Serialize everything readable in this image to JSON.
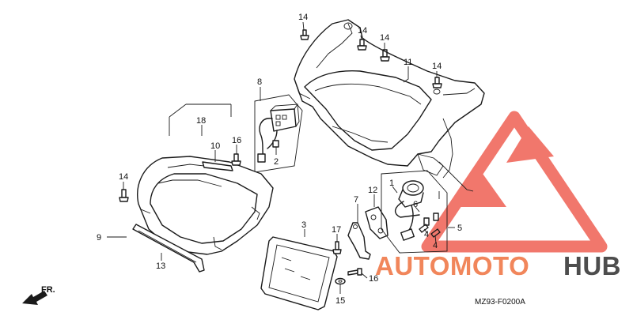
{
  "diagram": {
    "callouts": [
      {
        "id": "c14a",
        "label": "14"
      },
      {
        "id": "c14b",
        "label": "14"
      },
      {
        "id": "c14c",
        "label": "14"
      },
      {
        "id": "c14d",
        "label": "14"
      },
      {
        "id": "c14e",
        "label": "14"
      },
      {
        "id": "c11",
        "label": "11"
      },
      {
        "id": "c8",
        "label": "8"
      },
      {
        "id": "c2",
        "label": "2"
      },
      {
        "id": "c18",
        "label": "18"
      },
      {
        "id": "c10",
        "label": "10"
      },
      {
        "id": "c16a",
        "label": "16"
      },
      {
        "id": "c9",
        "label": "9"
      },
      {
        "id": "c13",
        "label": "13"
      },
      {
        "id": "c3",
        "label": "3"
      },
      {
        "id": "c17",
        "label": "17"
      },
      {
        "id": "c15",
        "label": "15"
      },
      {
        "id": "c16b",
        "label": "16"
      },
      {
        "id": "c7",
        "label": "7"
      },
      {
        "id": "c12",
        "label": "12"
      },
      {
        "id": "c1",
        "label": "1"
      },
      {
        "id": "c6",
        "label": "6"
      },
      {
        "id": "c4a",
        "label": "4"
      },
      {
        "id": "c4b",
        "label": "4"
      },
      {
        "id": "c5",
        "label": "5"
      }
    ],
    "front_arrow_label": "FR.",
    "figure_code": "MZ93-F0200A"
  },
  "watermark": {
    "part1": "AUTOMOTO",
    "part2": "HUB",
    "colors": {
      "primary": "#f07a4a",
      "secondary": "#3a3a3a",
      "logo": "#ee5a4d"
    }
  }
}
